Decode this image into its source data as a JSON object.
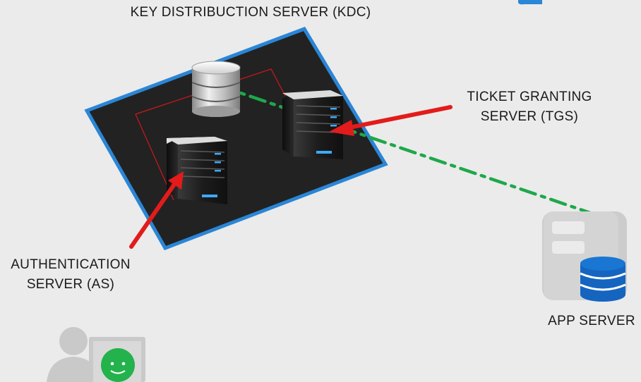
{
  "labels": {
    "kdc": "KEY DISTRIBUCTION SERVER (KDC)",
    "tgs_line1": "TICKET GRANTING",
    "tgs_line2": "SERVER (TGS)",
    "as_line1": "AUTHENTICATION",
    "as_line2": "SERVER (AS)",
    "app": "APP SERVER"
  },
  "colors": {
    "background": "#ebebeb",
    "kdc_platform": "#222222",
    "kdc_border": "#2a86d6",
    "arrow": "#e31b1b",
    "dashed_link": "#1ea84a",
    "app_db": "#1565c0",
    "user_face": "#23b24b"
  },
  "icons": {
    "kdc_database": "database-icon",
    "authentication_server": "server-icon",
    "ticket_granting_server": "server-icon",
    "app_server": "server-with-database-icon",
    "user": "user-with-monitor-icon"
  }
}
